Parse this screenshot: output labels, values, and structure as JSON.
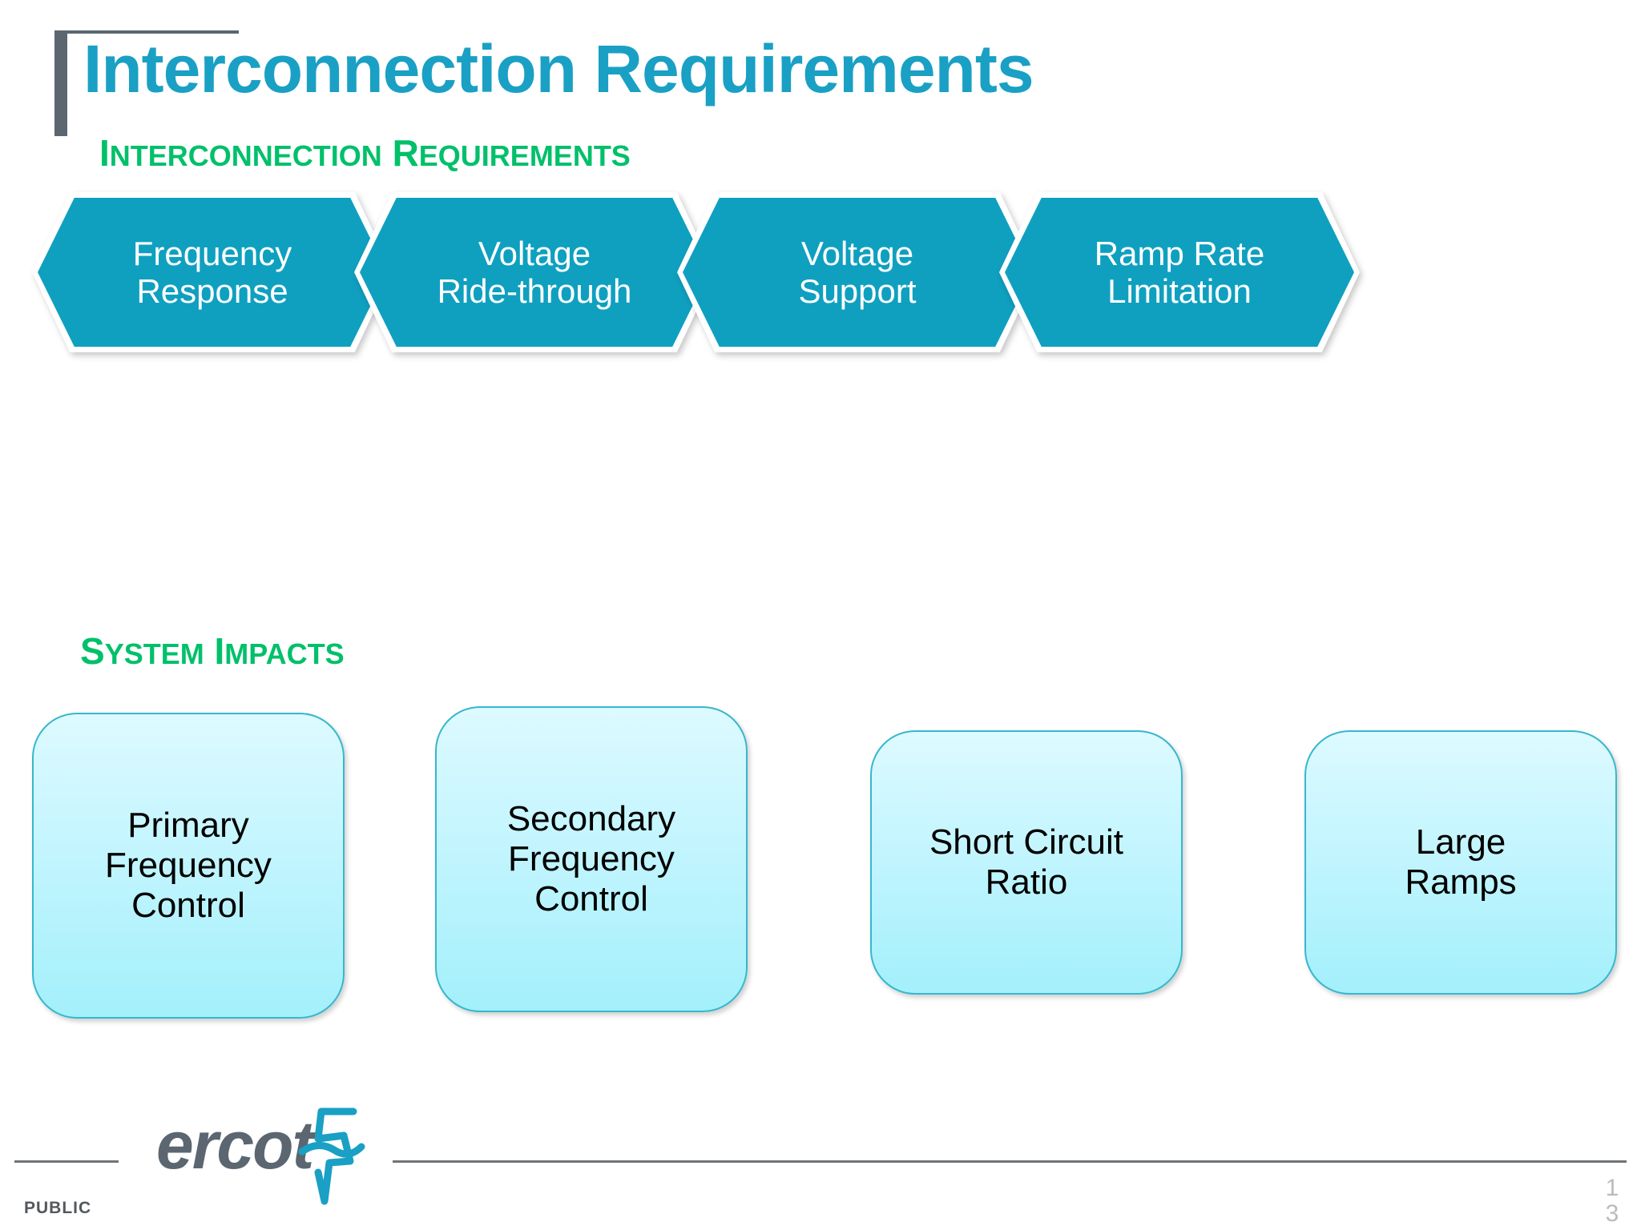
{
  "slide": {
    "title": "Interconnection Requirements",
    "page_number_line1": "1",
    "page_number_line2": "3",
    "classification": "PUBLIC"
  },
  "colors": {
    "title_blue": "#1aa0c4",
    "heading_green": "#00c06a",
    "hexagon_fill": "#0fa0c0",
    "box_border": "#37b7cd",
    "box_fill_top": "#ddfaff",
    "box_fill_bottom": "#a3f0fb",
    "accent_gray": "#5b6670"
  },
  "sections": {
    "interconnection": {
      "heading_lead_1": "I",
      "heading_rest_1": "NTERCONNECTION",
      "heading_lead_2": "R",
      "heading_rest_2": "EQUIREMENTS",
      "heading_full": "INTERCONNECTION REQUIREMENTS",
      "hexagons": [
        {
          "label": "Frequency\nResponse"
        },
        {
          "label": "Voltage\nRide-through"
        },
        {
          "label": "Voltage\nSupport"
        },
        {
          "label": "Ramp Rate\nLimitation"
        }
      ]
    },
    "system_impacts": {
      "heading_lead_1": "S",
      "heading_rest_1": "YSTEM",
      "heading_lead_2": "I",
      "heading_rest_2": "MPACTS",
      "heading_full": "SYSTEM IMPACTS",
      "boxes": [
        {
          "label": "Primary\nFrequency\nControl"
        },
        {
          "label": "Secondary\nFrequency\nControl"
        },
        {
          "label": "Short Circuit\nRatio"
        },
        {
          "label": "Large\nRamps"
        }
      ]
    }
  },
  "footer": {
    "logo_wordmark": "ercot",
    "logo_icon": "lightning-bolt-icon"
  }
}
